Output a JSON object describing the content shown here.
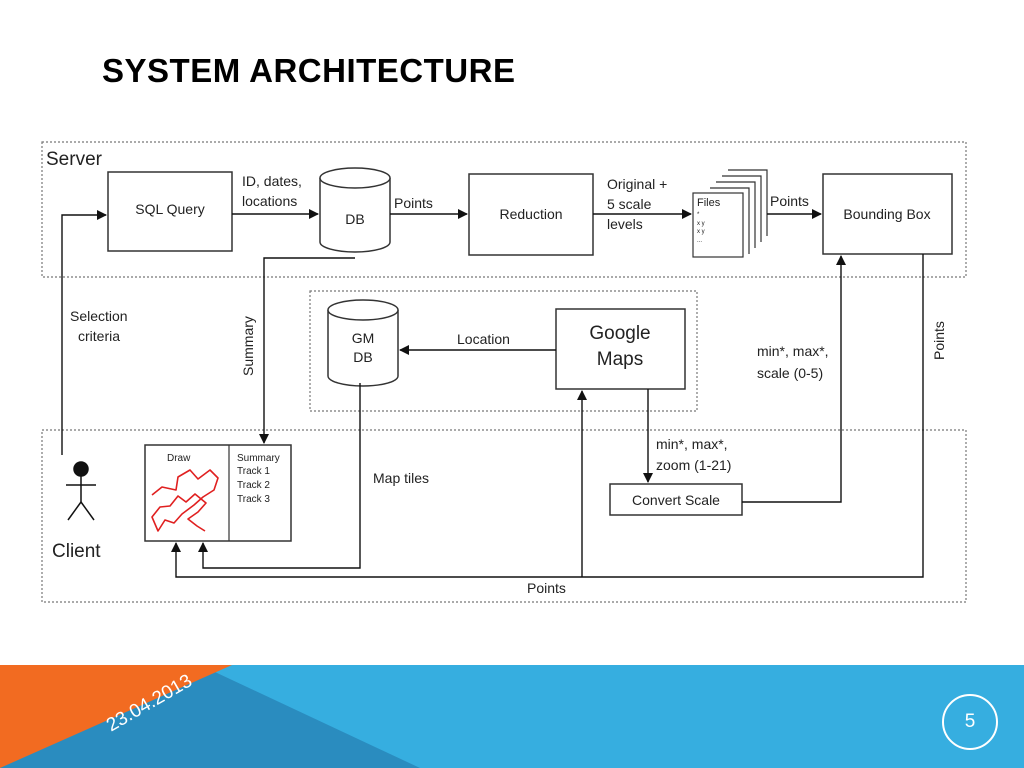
{
  "slide": {
    "title": "SYSTEM ARCHITECTURE",
    "date": "23.04.2013",
    "page_number": "5"
  },
  "diagram": {
    "regions": {
      "server": "Server",
      "client": "Client"
    },
    "nodes": {
      "sql_query": "SQL Query",
      "db": "DB",
      "reduction": "Reduction",
      "files": "Files",
      "files_lines": [
        "*",
        "x y",
        "x y",
        "..."
      ],
      "bounding_box": "Bounding Box",
      "gm_db": [
        "GM",
        "DB"
      ],
      "google_maps": [
        "Google",
        "Maps"
      ],
      "convert_scale": "Convert Scale",
      "client_panel": {
        "draw": "Draw",
        "summary_lines": [
          "Summary",
          "Track 1",
          "Track 2",
          "Track 3"
        ]
      }
    },
    "edges": {
      "sql_to_db": [
        "ID, dates,",
        "locations"
      ],
      "db_to_reduction": "Points",
      "reduction_to_files": [
        "Original +",
        "5 scale",
        "levels"
      ],
      "files_to_bbox": "Points",
      "selection_criteria": [
        "Selection",
        "criteria"
      ],
      "summary": "Summary",
      "location": "Location",
      "bbox_input": [
        "min*, max*,",
        "scale (0-5)"
      ],
      "bbox_points": "Points",
      "maps_to_convert": [
        "min*, max*,",
        "zoom (1-21)"
      ],
      "map_tiles": "Map tiles",
      "bottom_points": "Points"
    }
  },
  "colors": {
    "orange": "#f26b21",
    "blue": "#36aee0",
    "blue_dark": "#2a8cbf",
    "track_red": "#e02020"
  }
}
